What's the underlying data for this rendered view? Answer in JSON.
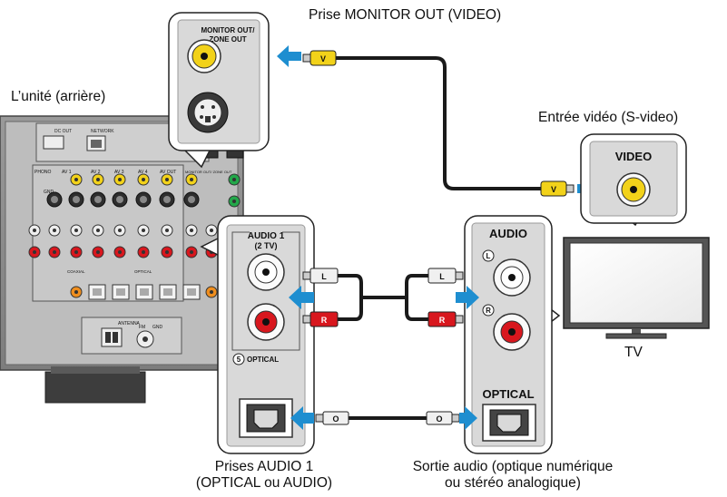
{
  "labels": {
    "monitor_out_jack": "Prise MONITOR OUT (VIDEO)",
    "unit_rear": "L’unité (arrière)",
    "video_input": "Entrée vidéo (S-video)",
    "tv": "TV",
    "audio1_jacks_line1": "Prises AUDIO 1",
    "audio1_jacks_line2": "(OPTICAL ou AUDIO)",
    "audio_output_line1": "Sortie audio (optique numérique",
    "audio_output_line2": "ou stéréo analogique)"
  },
  "monitor_panel": {
    "title_line1": "MONITOR OUT/",
    "title_line2": "ZONE OUT"
  },
  "tv_video_panel": {
    "title": "VIDEO"
  },
  "audio1_panel": {
    "title_line1": "AUDIO 1",
    "title_line2": "(2 TV)",
    "optical_label": "OPTICAL",
    "optical_number": "5"
  },
  "tv_audio_panel": {
    "title": "AUDIO",
    "left_mark": "L",
    "right_mark": "R",
    "optical_title": "OPTICAL"
  },
  "cable_plugs": {
    "video": "V",
    "left": "L",
    "right": "R",
    "optical": "O"
  },
  "rear_panel": {
    "dc_out": "DC OUT",
    "network": "NETWORK",
    "phono": "PHONO",
    "gnd": "GND",
    "av1": "AV 1",
    "av2": "AV 2",
    "av3": "AV 3",
    "av4": "AV 4",
    "av_out": "AV OUT",
    "monitor_out": "MONITOR OUT/ ZONE OUT",
    "coaxial": "COAXIAL",
    "optical": "OPTICAL",
    "antenna": "ANTENNA",
    "fm": "FM",
    "gnd2": "GND"
  },
  "colors": {
    "yellow": "#f2d21a",
    "red": "#d8171e",
    "green": "#23a84a",
    "orange": "#ef8e1e",
    "arrow_blue": "#1e8ed0",
    "panel_gray": "#d9d9d9",
    "dark_gray": "#4a4a4a",
    "cable_black": "#1a1a1a"
  }
}
